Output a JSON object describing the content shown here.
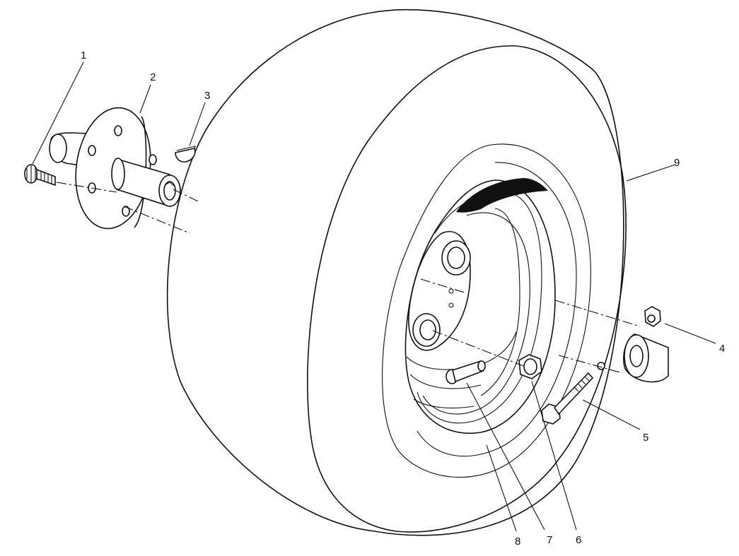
{
  "diagram": {
    "callouts": [
      {
        "id": "1",
        "label": "1",
        "part": "bolt"
      },
      {
        "id": "2",
        "label": "2",
        "part": "hub"
      },
      {
        "id": "3",
        "label": "3",
        "part": "woodruff-key"
      },
      {
        "id": "4",
        "label": "4",
        "part": "lock-nut"
      },
      {
        "id": "5",
        "label": "5",
        "part": "cap-screw"
      },
      {
        "id": "6",
        "label": "6",
        "part": "wheel-nut"
      },
      {
        "id": "7",
        "label": "7",
        "part": "valve-stem"
      },
      {
        "id": "8",
        "label": "8",
        "part": "wheel-rim"
      },
      {
        "id": "9",
        "label": "9",
        "part": "tire"
      }
    ],
    "colors": {
      "line": "#111111",
      "background": "#ffffff",
      "tread_shadow": "#111111"
    }
  }
}
